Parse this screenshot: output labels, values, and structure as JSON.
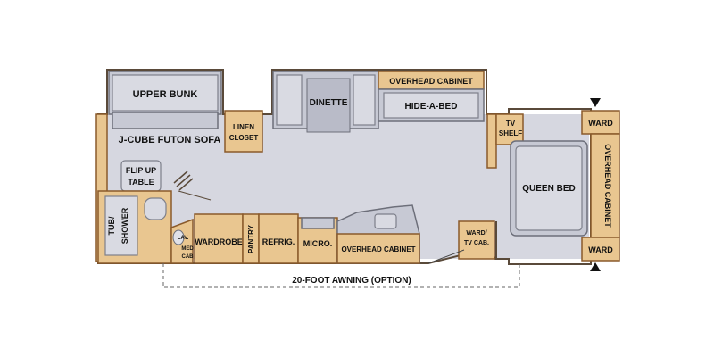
{
  "floorplan": {
    "labels": {
      "upper_bunk": "UPPER BUNK",
      "futon_sofa": "J-CUBE FUTON SOFA",
      "linen_line1": "LINEN",
      "linen_line2": "CLOSET",
      "flip_line1": "FLIP UP",
      "flip_line2": "TABLE",
      "tub_line1": "TUB/",
      "tub_line2": "SHOWER",
      "lav": "LAV.",
      "med_cab_line1": "MED",
      "med_cab_line2": "CAB",
      "wardrobe": "WARDROBE",
      "pantry": "PANTRY",
      "refrig": "REFRIG.",
      "micro": "MICRO.",
      "overhead_cabinet_bottom": "OVERHEAD CABINET",
      "dinette": "DINETTE",
      "overhead_cabinet_top": "OVERHEAD CABINET",
      "hide_a_bed": "HIDE-A-BED",
      "tv_shelf_line1": "TV",
      "tv_shelf_line2": "SHELF",
      "ward_tv_line1": "WARD/",
      "ward_tv_line2": "TV CAB.",
      "queen_bed": "QUEEN BED",
      "ward_top": "WARD",
      "ward_bottom": "WARD",
      "overhead_cabinet_right": "OVERHEAD CABINET",
      "awning": "20-FOOT AWNING (OPTION)"
    },
    "colors": {
      "wood": "#e9c690",
      "cushion": "#c7c9d4",
      "floor": "#d6d7e0"
    }
  }
}
